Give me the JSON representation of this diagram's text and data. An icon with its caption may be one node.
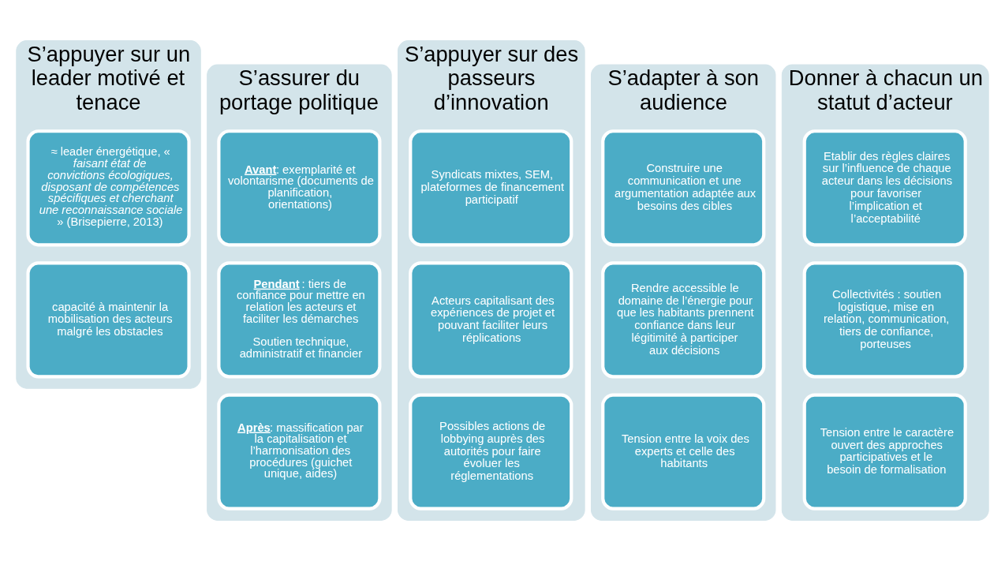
{
  "diagram": {
    "nodes": [
      {
        "text": [
          "S’appuyer sur un leader motivé et tenace"
        ]
      },
      {
        "text": [
          "≈ leader énergétique, « *faisant état de convictions écologiques, disposant de compétences spécifiques et cherchant une reconnaissance sociale* » (Brisepierre, 2013)"
        ],
        "in": 0
      },
      {
        "text": [
          "capacité à maintenir la mobilisation des acteurs malgré les obstacles"
        ],
        "in": 0
      },
      {
        "text": [
          "S’assurer du portage politique"
        ]
      },
      {
        "text": [
          "**Avant**: exemplarité et volontarisme (documents de planification, orientations)"
        ],
        "in": 3
      },
      {
        "text": [
          "**Pendant** : tiers de confiance pour mettre en relation les acteurs et faciliter les démarches",
          "Soutien technique, administratif et financier"
        ],
        "in": 3
      },
      {
        "text": [
          "**Après**: massification par la capitalisation et l’harmonisation des procédures (guichet unique, aides)"
        ],
        "in": 3
      },
      {
        "text": [
          "S’appuyer sur des passeurs d’innovation"
        ]
      },
      {
        "text": [
          "Syndicats mixtes, SEM, plateformes de financement participatif"
        ],
        "in": 7
      },
      {
        "text": [
          "Acteurs capitalisant des expériences de projet et pouvant faciliter leurs réplications"
        ],
        "in": 7
      },
      {
        "text": [
          "Possibles actions de lobbying auprès des autorités pour faire évoluer les réglementations"
        ],
        "in": 7
      },
      {
        "text": [
          "S’adapter à son audience"
        ]
      },
      {
        "text": [
          "Construire une communication et une argumentation adaptée aux besoins des cibles"
        ],
        "in": 11
      },
      {
        "text": [
          "Rendre accessible le domaine de l’énergie pour que les habitants prennent confiance dans leur légitimité à participer aux décisions"
        ],
        "in": 11
      },
      {
        "text": [
          "Tension entre la voix des experts et celle des habitants"
        ],
        "in": 11
      },
      {
        "text": [
          "Donner à chacun un statut d’acteur"
        ]
      },
      {
        "text": [
          "Etablir des règles claires sur l’influence de chaque acteur dans les décisions pour favoriser l’implication et l’acceptabilité"
        ],
        "in": 15
      },
      {
        "text": [
          "Collectivités : soutien logistique, mise en relation, communication, tiers de confiance, porteuses"
        ],
        "in": 15
      },
      {
        "text": [
          "Tension entre le caractère ouvert des approches participatives et le besoin de formalisation"
        ],
        "in": 15
      }
    ],
    "edges": []
  }
}
